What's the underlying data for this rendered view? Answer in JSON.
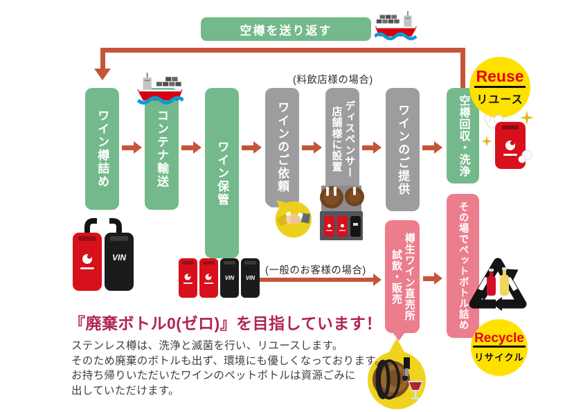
{
  "banner": {
    "label": "空樽を送り返す"
  },
  "flow": {
    "box1": {
      "label": "ワイン樽詰め"
    },
    "box2": {
      "label": "コンテナ輸送"
    },
    "box3": {
      "label": "ワイン保管"
    },
    "box4": {
      "label": "ワインのご依頼"
    },
    "box5": {
      "line1": "ディスペンサー",
      "line2": "店舗様に設置"
    },
    "box6": {
      "label": "ワインのご提供"
    },
    "box7": {
      "label": "空樽回収・洗浄"
    }
  },
  "labels": {
    "restaurant_case": "(料飲店様の場合)",
    "general_case": "(一般のお客様の場合)"
  },
  "direct_sales": {
    "line1": "樽生ワイン直売所",
    "line2": "試飲・販売"
  },
  "bottling": {
    "label": "その場でペットボトル詰め"
  },
  "badges": {
    "reuse_en": "Reuse",
    "reuse_ja": "リユース",
    "recycle_en": "Recycle",
    "recycle_ja": "リサイクル"
  },
  "keg": {
    "logo": "VIN"
  },
  "footer": {
    "heading": "『廃棄ボトル0(ゼロ)』を目指しています！",
    "line1": "ステンレス樽は、洗浄と滅菌を行い、リユースします。",
    "line2": "そのため廃棄のボトルも出ず、環境にも優しくなっております。",
    "line3": "お持ち帰りいただいたワインのペットボトルは資源ごみに",
    "line4": "出していただけます。"
  },
  "colors": {
    "green": "#74b98b",
    "gray": "#9d9da0",
    "pink": "#ec7d8d",
    "arrow": "#c4553b",
    "badge_yellow": "#ffe100",
    "badge_red": "#e60012",
    "heading_magenta": "#b02355"
  }
}
